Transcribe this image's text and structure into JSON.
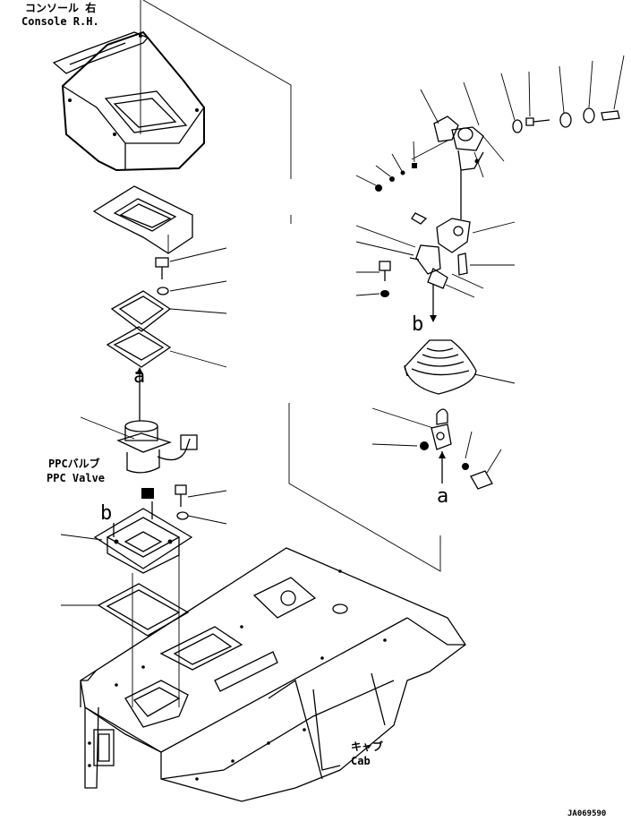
{
  "labels": {
    "console_jp": "コンソール 右",
    "console_en": "Console R.H.",
    "ppc_jp": "PPCバルブ",
    "ppc_en": "PPC Valve",
    "cab_jp": "キャブ",
    "cab_en": "Cab",
    "ref_a_top": "a",
    "ref_b_left": "b",
    "ref_b_right": "b",
    "ref_a_bottom": "a",
    "drawing_code": "JA069590"
  },
  "colors": {
    "ink": "#000000",
    "paper": "#ffffff"
  }
}
